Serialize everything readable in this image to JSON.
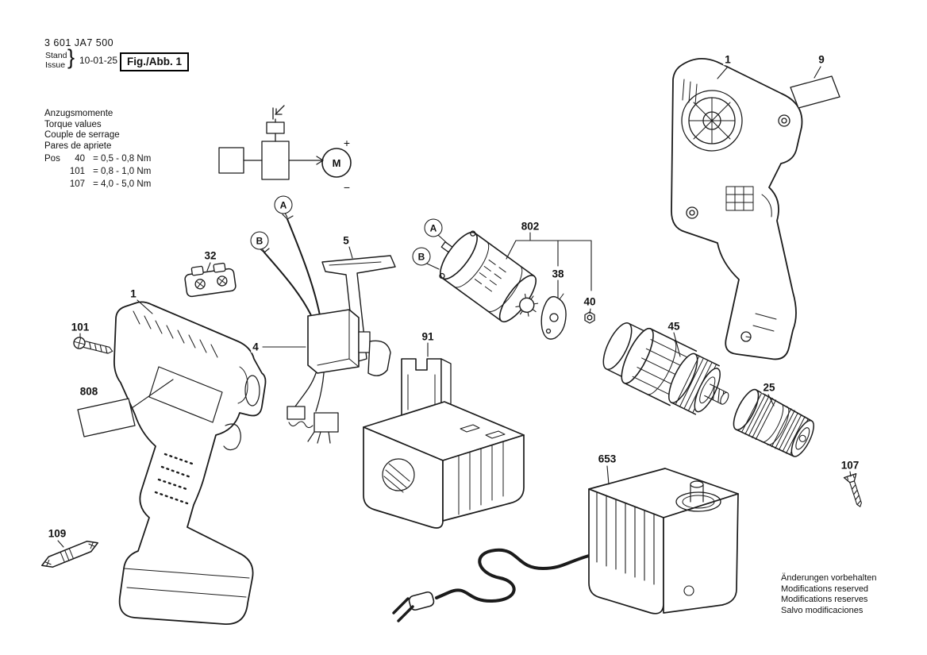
{
  "header": {
    "part_number": "3 601 JA7 500",
    "stand_label": "Stand",
    "issue_label": "Issue",
    "brace": "}",
    "date": "10-01-25",
    "figure_label": "Fig./Abb. 1"
  },
  "torque_table": {
    "title_lines": [
      "Anzugsmomente",
      "Torque values",
      "Couple de serrage",
      "Pares de apriete"
    ],
    "pos_label": "Pos",
    "rows": [
      {
        "pos": "40",
        "eq": "=",
        "value": "0,5 - 0,8 Nm"
      },
      {
        "pos": "101",
        "eq": "=",
        "value": "0,8 - 1,0 Nm"
      },
      {
        "pos": "107",
        "eq": "=",
        "value": "4,0 - 5,0 Nm"
      }
    ]
  },
  "circuit": {
    "motor_label": "M",
    "plus": "+",
    "minus": "−"
  },
  "callouts": {
    "a": "A",
    "b": "B"
  },
  "parts": {
    "housing_right": "1",
    "sticker_9": "9",
    "clip_32": "32",
    "drill_left": "1",
    "screw_101": "101",
    "sticker_808": "808",
    "bit_109": "109",
    "lever_5": "5",
    "switch_4": "4",
    "motor_802": "802",
    "plate_38": "38",
    "nut_40": "40",
    "gearbox_45": "45",
    "chuck_25": "25",
    "screw_107": "107",
    "battery_91": "91",
    "charger_653": "653"
  },
  "footer": {
    "lines": [
      "Änderungen vorbehalten",
      "Modifications reserved",
      "Modifications reserves",
      "Salvo modificaciones"
    ]
  }
}
